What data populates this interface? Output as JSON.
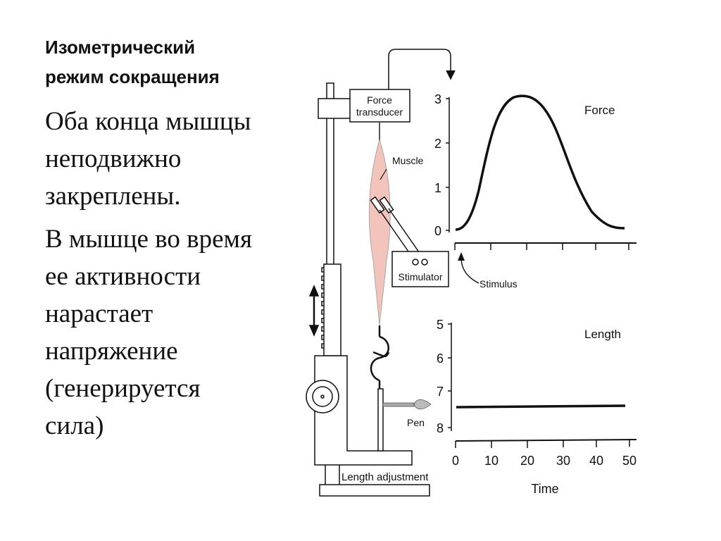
{
  "slide": {
    "title_lines": [
      "Изометрический",
      "режим сокращения"
    ],
    "paragraphs": [
      {
        "lines": [
          "Оба конца мышцы",
          "неподвижно",
          "закреплены."
        ]
      },
      {
        "lines": [
          "В мышце во время",
          "ее активности",
          "нарастает",
          "напряжение",
          "(генерируется",
          "сила)"
        ]
      }
    ]
  },
  "apparatus": {
    "force_transducer_lines": [
      "Force",
      "transducer"
    ],
    "muscle_label": "Muscle",
    "stimulator_label": "Stimulator",
    "pen_label": "Pen",
    "length_adjustment_label": "Length adjustment",
    "stimulus_label": "Stimulus",
    "muscle_color": "#f2c4bb"
  },
  "chart_data": [
    {
      "type": "line",
      "title": "Force",
      "xlabel": "Time",
      "ylabel": "",
      "x": [
        0,
        2,
        4,
        6,
        8,
        10,
        12,
        14,
        16,
        18,
        20,
        22,
        24,
        26,
        28,
        30,
        32,
        34,
        36,
        38,
        40,
        42,
        44,
        46,
        48
      ],
      "series": [
        {
          "name": "Force",
          "values": [
            0.0,
            0.1,
            0.45,
            1.1,
            1.9,
            2.5,
            2.85,
            3.0,
            3.0,
            2.95,
            2.8,
            2.55,
            2.2,
            1.8,
            1.4,
            1.0,
            0.7,
            0.45,
            0.25,
            0.12,
            0.06,
            0.03,
            0.02,
            0.02,
            0.02
          ]
        }
      ],
      "yticks": [
        "0",
        "1",
        "2",
        "3"
      ],
      "ylim": [
        0,
        3
      ],
      "xlim": [
        0,
        50
      ],
      "annotations": [
        "Stimulus at t=0"
      ]
    },
    {
      "type": "line",
      "title": "Length",
      "xlabel": "Time",
      "ylabel": "",
      "x": [
        0,
        10,
        20,
        30,
        40,
        48
      ],
      "series": [
        {
          "name": "Length",
          "values": [
            7.5,
            7.5,
            7.5,
            7.5,
            7.5,
            7.5
          ]
        }
      ],
      "yticks": [
        "5",
        "6",
        "7",
        "8"
      ],
      "ylim": [
        8,
        5
      ],
      "xticks": [
        "0",
        "10",
        "20",
        "30",
        "40",
        "50"
      ],
      "xlim": [
        0,
        50
      ]
    }
  ]
}
